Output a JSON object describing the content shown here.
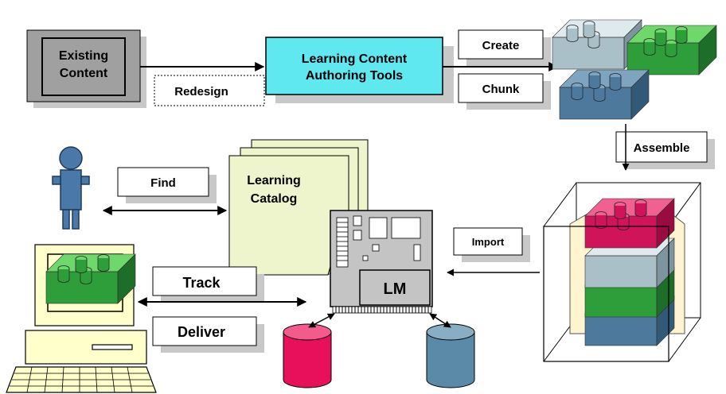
{
  "boxes": {
    "existing_content": [
      "Existing",
      "Content"
    ],
    "redesign": "Redesign",
    "authoring_tools": [
      "Learning Content",
      "Authoring Tools"
    ],
    "create": "Create",
    "chunk": "Chunk",
    "assemble": "Assemble",
    "find": "Find",
    "learning_catalog": [
      "Learning",
      "Catalog"
    ],
    "import": "Import",
    "track": "Track",
    "deliver": "Deliver",
    "lm": "LM"
  },
  "colors": {
    "block_grey_blue": "#a9c0c8",
    "block_green": "#2e9e3a",
    "block_steel_blue": "#4d7a9c",
    "block_crimson": "#d0145a",
    "authoring_fill": "#5fe8f0",
    "catalog_fill": "#eef5cc",
    "person": "#4a78a8",
    "server": "#c4c4c4",
    "db_pink": "#e8105a",
    "db_blue": "#5b8aa8",
    "computer": "#ffffcc"
  },
  "icons": [
    "person-icon",
    "server-icon",
    "database-icon",
    "computer-icon",
    "lego-block-icon",
    "folder-icon"
  ]
}
